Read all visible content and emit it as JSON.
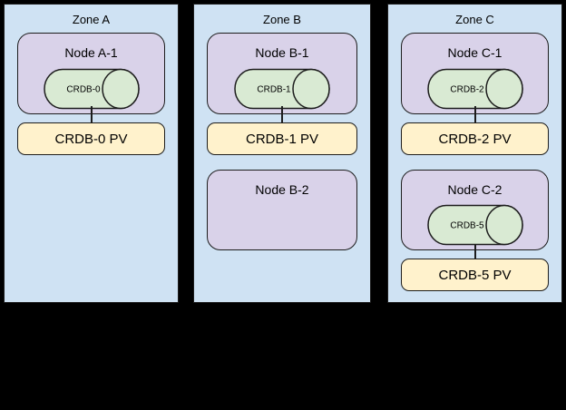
{
  "diagram": {
    "background_color": "#000000",
    "colors": {
      "zone_fill": "#cfe2f3",
      "node_fill": "#d9d2e9",
      "database_fill": "#d9ead3",
      "pv_fill": "#fff2cc",
      "border": "#1d1d1d"
    },
    "zones": [
      {
        "label": "Zone A",
        "nodes": [
          {
            "label": "Node A-1",
            "database": "CRDB-0",
            "pv": "CRDB-0 PV"
          }
        ]
      },
      {
        "label": "Zone B",
        "nodes": [
          {
            "label": "Node B-1",
            "database": "CRDB-1",
            "pv": "CRDB-1 PV"
          },
          {
            "label": "Node B-2"
          }
        ]
      },
      {
        "label": "Zone C",
        "nodes": [
          {
            "label": "Node C-1",
            "database": "CRDB-2",
            "pv": "CRDB-2 PV"
          },
          {
            "label": "Node C-2",
            "database": "CRDB-5",
            "pv": "CRDB-5 PV"
          }
        ]
      }
    ]
  }
}
